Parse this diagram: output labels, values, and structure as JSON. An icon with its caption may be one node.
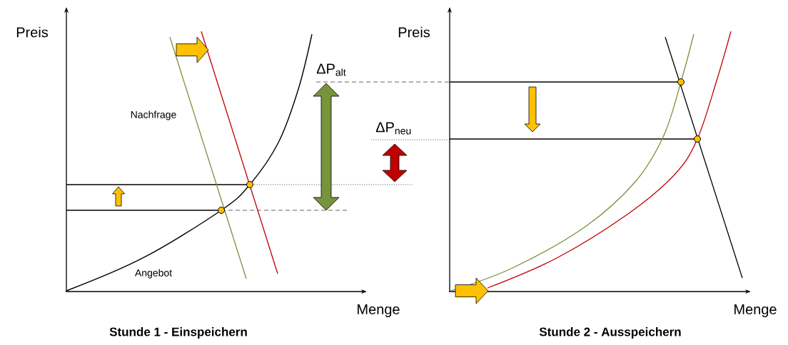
{
  "diagram": {
    "labels": [
      "Preis",
      "Nachfrage",
      "Angebot",
      "Menge",
      "ΔP$_{alt}$",
      "ΔP$_{neu}$",
      "Stunde 1 - Einspeichern",
      "Preis",
      "Menge",
      "Stunde 2 - Ausspeichern"
    ]
  }
}
